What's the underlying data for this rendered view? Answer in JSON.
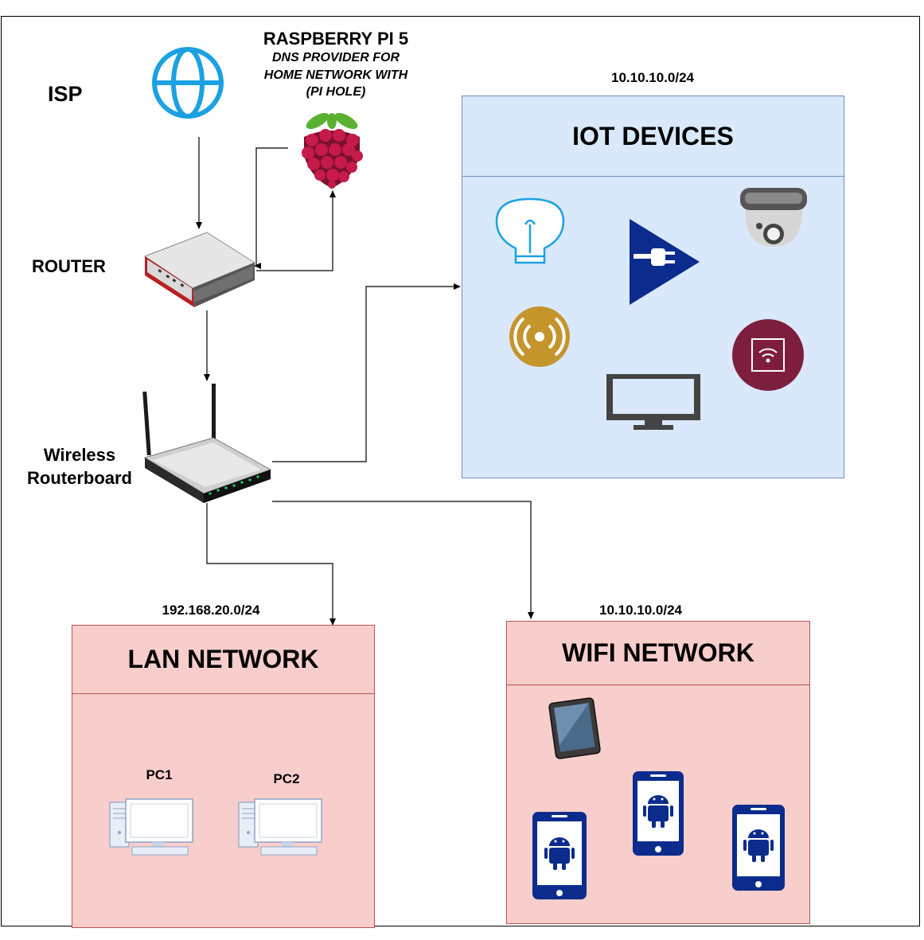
{
  "isp": {
    "label": "ISP"
  },
  "pi": {
    "title": "RASPBERRY PI 5",
    "subtitle_lines": [
      "DNS PROVIDER FOR",
      "HOME NETWORK WITH",
      "(PI HOLE)"
    ]
  },
  "router": {
    "label": "ROUTER"
  },
  "wireless": {
    "label_lines": [
      "Wireless",
      "Routerboard"
    ]
  },
  "iot": {
    "subnet": "10.10.10.0/24",
    "title": "IOT DEVICES"
  },
  "lan": {
    "subnet": "192.168.20.0/24",
    "title": "LAN NETWORK",
    "pc1": "PC1",
    "pc2": "PC2"
  },
  "wifi": {
    "subnet": "10.10.10.0/24",
    "title": "WIFI NETWORK"
  },
  "colors": {
    "iot_fill": "#dae8fc",
    "iot_stroke": "#6c8ebf",
    "net_fill": "#f8cecc",
    "net_stroke": "#b85450",
    "globe": "#1ba1e2",
    "android_blue": "#0b2c8c",
    "raspberry": "#c51a4a"
  }
}
